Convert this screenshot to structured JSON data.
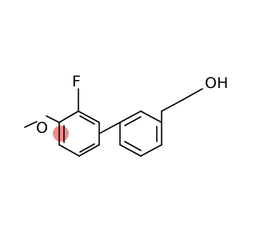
{
  "molecule": {
    "atoms": {
      "fluorine": "F",
      "ether_oxygen": "O",
      "hydroxyl": "OH"
    },
    "colors": {
      "bond": "#000000",
      "label": "#000000",
      "aromatic_highlight": "#ef6f6f"
    }
  }
}
